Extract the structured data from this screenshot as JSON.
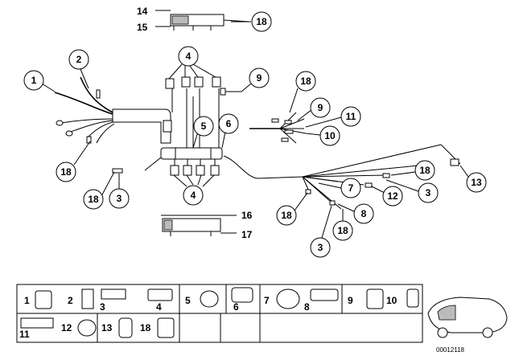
{
  "callouts": {
    "c18_top": "18",
    "c4_top": "4",
    "c9_top": "9",
    "c2": "2",
    "c1": "1",
    "c18_right_top": "18",
    "c9_right": "9",
    "c11": "11",
    "c10": "10",
    "c5": "5",
    "c6": "6",
    "c18_left": "18",
    "c18_small": "18",
    "c3_left": "3",
    "c4_bottom": "4",
    "c13": "13",
    "c18_br": "18",
    "c3_br": "3",
    "c12": "12",
    "c7": "7",
    "c8": "8",
    "c18_bl": "18",
    "c18_bottom": "18",
    "c3_bottom": "3"
  },
  "labels": {
    "l14": "14",
    "l15": "15",
    "l16": "16",
    "l17": "17"
  },
  "legend": {
    "n1": "1",
    "n2": "2",
    "n3": "3",
    "n4": "4",
    "n5": "5",
    "n6": "6",
    "n7": "7",
    "n8": "8",
    "n9": "9",
    "n10": "10",
    "n11": "11",
    "n12": "12",
    "n13": "13",
    "n18": "18"
  },
  "doc_id": "00012118"
}
